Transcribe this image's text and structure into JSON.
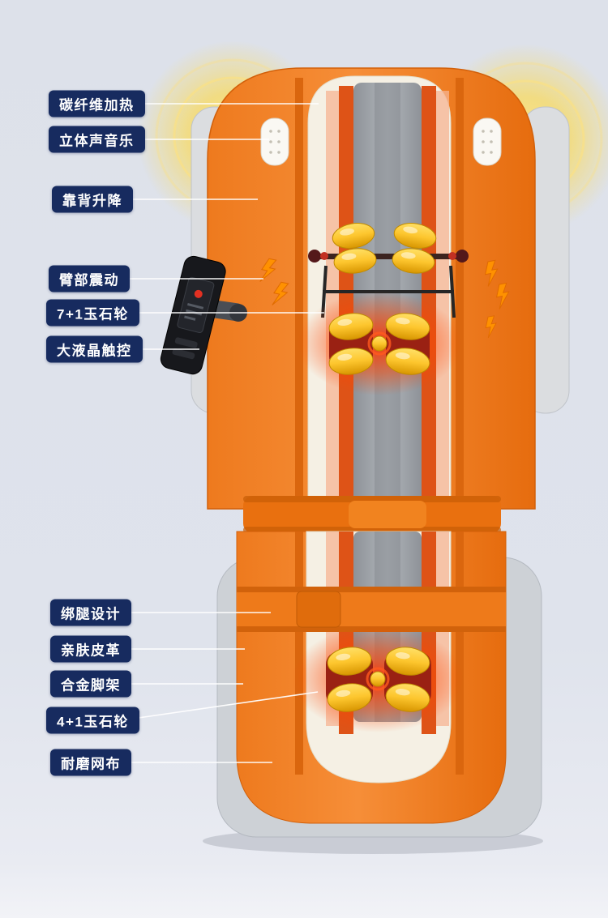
{
  "page": {
    "type": "product-feature-infographic",
    "subject": "full-body massage mat"
  },
  "colors": {
    "background": "#dfe3ec",
    "callout_bg": "#172b5f",
    "callout_text": "#ffffff",
    "body_orange": "#ee7a1e",
    "panel_cream": "#f5f0e4",
    "center_gray": "#9a9ea4",
    "stripe_red": "#de5317",
    "roller_yellow": "#fdc62e",
    "glow_yellow": "#ffd93e",
    "glow_red": "#ff4400",
    "stand_gray": "#cdd1d6",
    "remote_black": "#17181c",
    "leader_line": "#ffffff"
  },
  "callouts": [
    {
      "label": "碳纤维加热"
    },
    {
      "label": "立体声音乐"
    },
    {
      "label": "靠背升降"
    },
    {
      "label": "臂部震动"
    },
    {
      "label": "7+1玉石轮"
    },
    {
      "label": "大液晶触控"
    },
    {
      "label": "绑腿设计"
    },
    {
      "label": "亲肤皮革"
    },
    {
      "label": "合金脚架"
    },
    {
      "label": "4+1玉石轮"
    },
    {
      "label": "耐磨网布"
    }
  ]
}
